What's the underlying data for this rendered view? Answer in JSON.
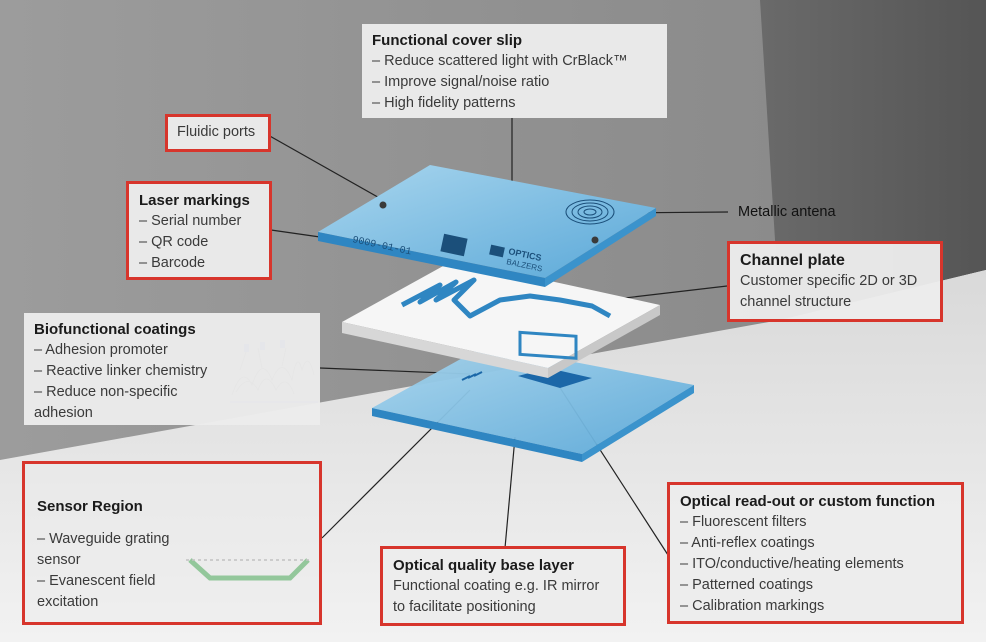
{
  "cover_slip": {
    "title": "Functional cover slip",
    "items": [
      "Reduce scattered light with CrBlack™",
      "Improve signal/noise ratio",
      "High fidelity patterns"
    ]
  },
  "fluidic_ports": {
    "label": "Fluidic ports"
  },
  "laser_markings": {
    "title": "Laser markings",
    "items": [
      "Serial number",
      "QR code",
      "Barcode"
    ]
  },
  "metallic_antenna": {
    "label": "Metallic antena"
  },
  "channel_plate": {
    "title": "Channel plate",
    "desc": "Customer specific 2D or 3D channel structure"
  },
  "biofunctional": {
    "title": "Biofunctional coatings",
    "items": [
      "Adhesion promoter",
      "Reactive linker chemistry",
      "Reduce non-specific adhesion"
    ]
  },
  "sensor_region": {
    "title": "Sensor Region",
    "items": [
      "Waveguide grating sensor",
      "Evanescent field excitation"
    ]
  },
  "base_layer": {
    "title": "Optical quality base layer",
    "desc": "Functional coating e.g. IR mirror to facilitate positioning"
  },
  "readout": {
    "title": "Optical read-out or custom function",
    "items": [
      "Fluorescent filters",
      "Anti-reflex coatings",
      "ITO/conductive/heating elements",
      "Patterned coatings",
      "Calibration markings"
    ]
  },
  "chip_marking": {
    "serial": "9009-01-01",
    "logo_line1": "OPTICS",
    "logo_line2": "BALZERS"
  },
  "colors": {
    "highlight": "#d7352c",
    "glass": "#6fb6de",
    "glass_dark": "#2f86c2"
  }
}
